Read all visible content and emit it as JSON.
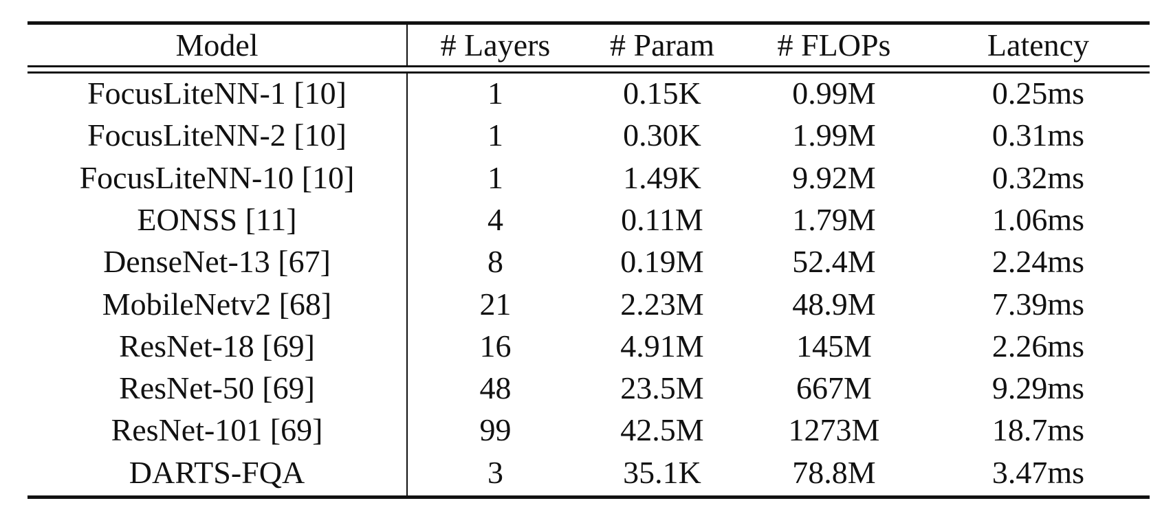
{
  "table": {
    "headers": [
      "Model",
      "# Layers",
      "# Param",
      "# FLOPs",
      "Latency"
    ],
    "rows": [
      [
        "FocusLiteNN-1 [10]",
        "1",
        "0.15K",
        "0.99M",
        "0.25ms"
      ],
      [
        "FocusLiteNN-2 [10]",
        "1",
        "0.30K",
        "1.99M",
        "0.31ms"
      ],
      [
        "FocusLiteNN-10 [10]",
        "1",
        "1.49K",
        "9.92M",
        "0.32ms"
      ],
      [
        "EONSS [11]",
        "4",
        "0.11M",
        "1.79M",
        "1.06ms"
      ],
      [
        "DenseNet-13 [67]",
        "8",
        "0.19M",
        "52.4M",
        "2.24ms"
      ],
      [
        "MobileNetv2 [68]",
        "21",
        "2.23M",
        "48.9M",
        "7.39ms"
      ],
      [
        "ResNet-18 [69]",
        "16",
        "4.91M",
        "145M",
        "2.26ms"
      ],
      [
        "ResNet-50 [69]",
        "48",
        "23.5M",
        "667M",
        "9.29ms"
      ],
      [
        "ResNet-101 [69]",
        "99",
        "42.5M",
        "1273M",
        "18.7ms"
      ],
      [
        "DARTS-FQA",
        "3",
        "35.1K",
        "78.8M",
        "3.47ms"
      ]
    ]
  }
}
